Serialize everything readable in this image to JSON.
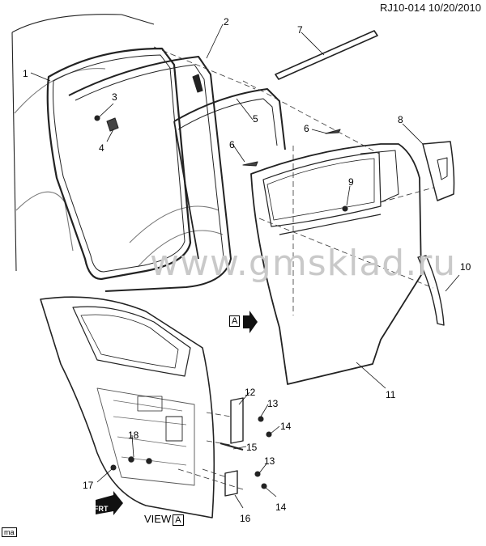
{
  "header": {
    "ref": "RJ10-014  10/20/2010"
  },
  "watermark": "www.gmsklad.ru",
  "labels": [
    "1",
    "2",
    "3",
    "4",
    "5",
    "6",
    "6",
    "7",
    "8",
    "9",
    "10",
    "11",
    "12",
    "13",
    "14",
    "15",
    "13",
    "14",
    "16",
    "17",
    "18"
  ],
  "view": {
    "text": "VIEW",
    "letter": "A"
  },
  "arrow_tag": "A",
  "front_arrow": "FRT",
  "corner_tag": "ma"
}
